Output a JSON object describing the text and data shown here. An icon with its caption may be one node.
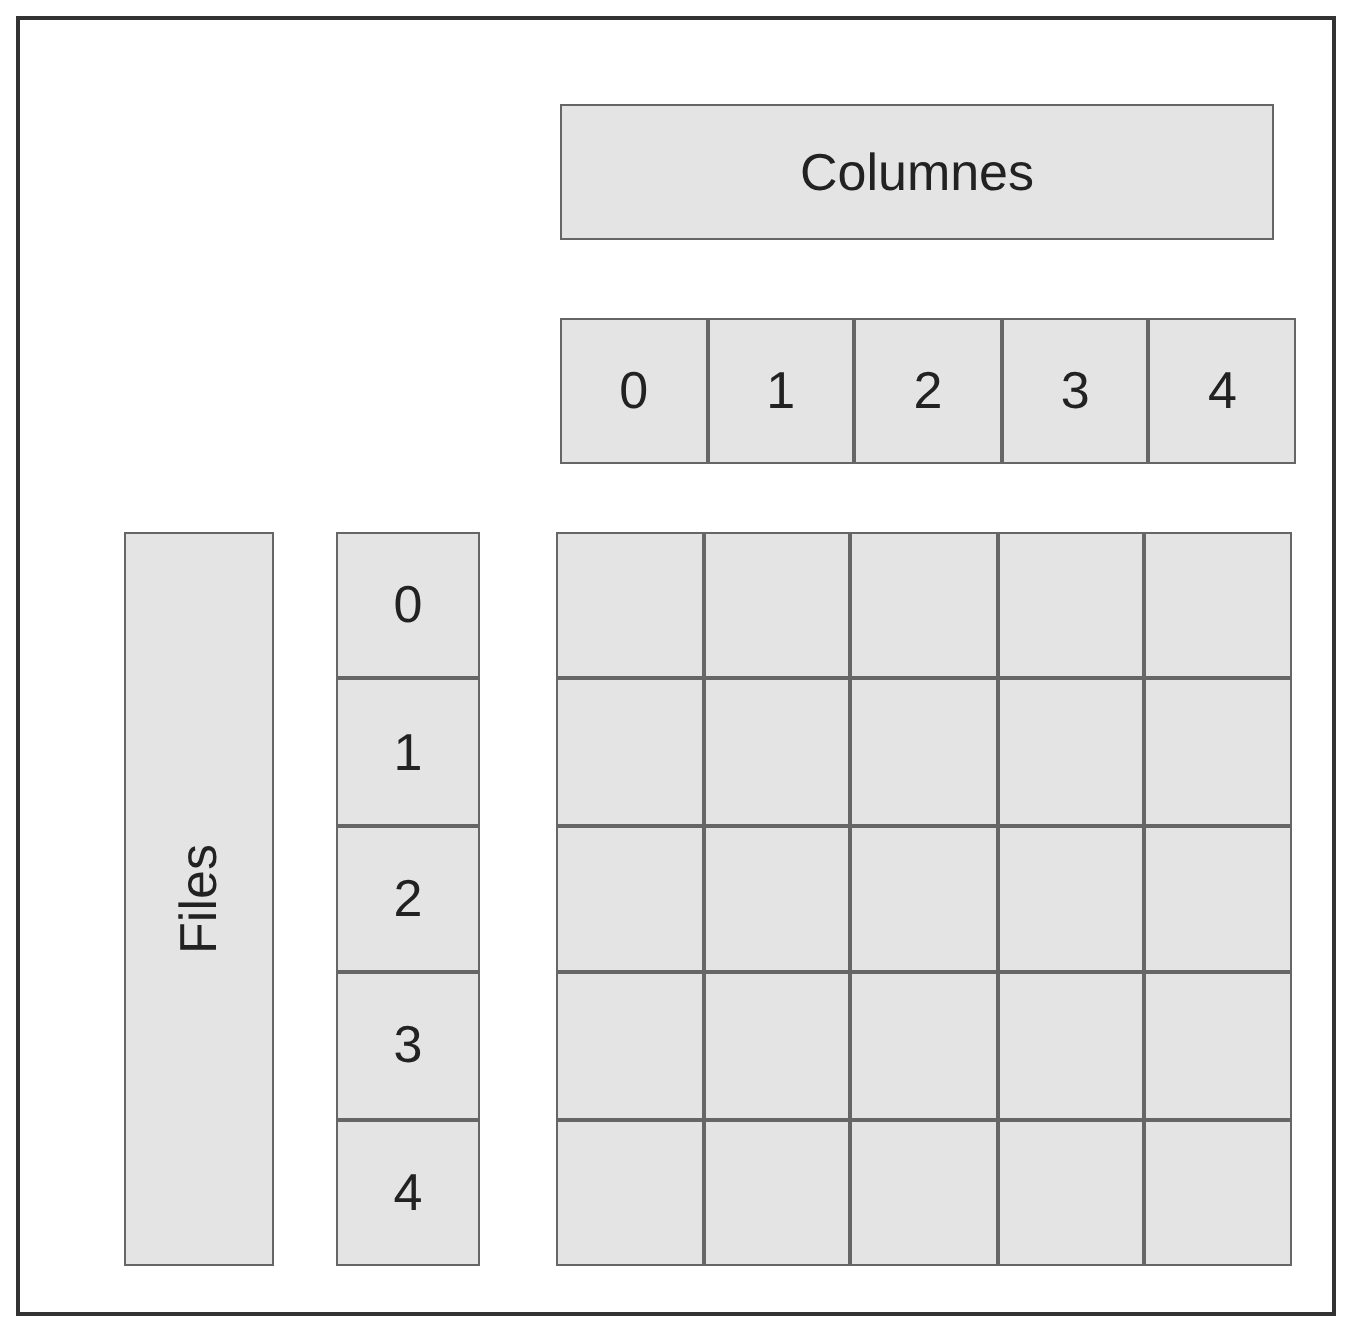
{
  "diagram": {
    "nodes": [
      {
        "text": [
          "Columnes"
        ]
      },
      {
        "text": [
          "0"
        ]
      },
      {
        "text": [
          "1"
        ]
      },
      {
        "text": [
          "2"
        ]
      },
      {
        "text": [
          "3"
        ]
      },
      {
        "text": [
          "4"
        ]
      },
      {
        "text": [
          "Files"
        ]
      },
      {
        "text": [
          "0"
        ]
      },
      {
        "text": [
          "1"
        ]
      },
      {
        "text": [
          "2"
        ]
      },
      {
        "text": [
          "3"
        ]
      },
      {
        "text": [
          "4"
        ]
      },
      {
        "text": [],
        "shape": "box"
      },
      {
        "text": [],
        "shape": "box"
      },
      {
        "text": [],
        "shape": "box"
      },
      {
        "text": [],
        "shape": "box"
      },
      {
        "text": [],
        "shape": "box"
      },
      {
        "text": [],
        "shape": "box"
      },
      {
        "text": [],
        "shape": "box"
      },
      {
        "text": [],
        "shape": "box"
      },
      {
        "text": [],
        "shape": "box"
      },
      {
        "text": [],
        "shape": "box"
      },
      {
        "text": [],
        "shape": "box"
      },
      {
        "text": [],
        "shape": "box"
      },
      {
        "text": [],
        "shape": "box"
      },
      {
        "text": [],
        "shape": "box"
      },
      {
        "text": [],
        "shape": "box"
      },
      {
        "text": [],
        "shape": "box"
      },
      {
        "text": [],
        "shape": "box"
      },
      {
        "text": [],
        "shape": "box"
      },
      {
        "text": [],
        "shape": "box"
      },
      {
        "text": [],
        "shape": "box"
      },
      {
        "text": [],
        "shape": "box"
      },
      {
        "text": [],
        "shape": "box"
      },
      {
        "text": [],
        "shape": "box"
      },
      {
        "text": [],
        "shape": "box"
      },
      {
        "text": [],
        "shape": "box"
      }
    ],
    "edges": []
  }
}
